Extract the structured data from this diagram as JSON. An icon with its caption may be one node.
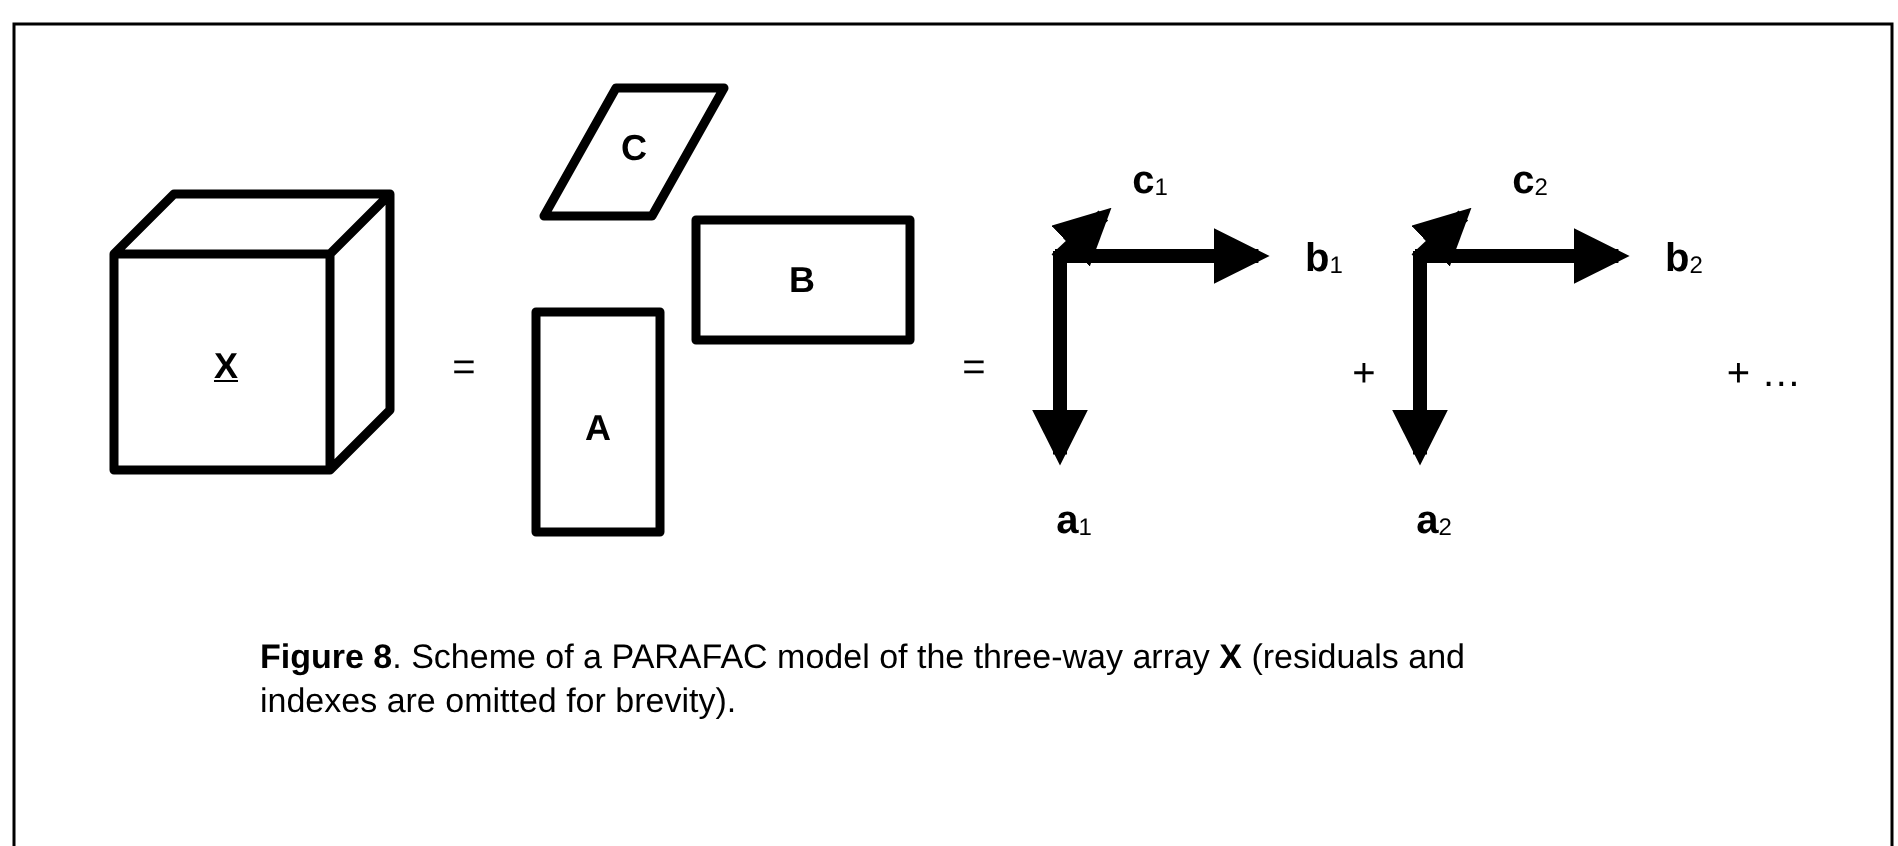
{
  "diagram": {
    "caption": "**Figure 8**. Scheme of a PARAFAC model of the three-way array **X** (residuals and indexes are omitted for brevity).",
    "nodes": [
      {
        "text": [
          "X"
        ]
      },
      {
        "text": [
          "C"
        ]
      },
      {
        "text": [
          "B"
        ]
      },
      {
        "text": [
          "A"
        ]
      }
    ],
    "labels": [
      "**c**$_{1}$",
      "**c**$_{2}$",
      "**b**$_{1}$",
      "**b**$_{2}$",
      "=",
      "=",
      "+",
      "+ …",
      "**a**$_{1}$",
      "**a**$_{2}$"
    ]
  }
}
